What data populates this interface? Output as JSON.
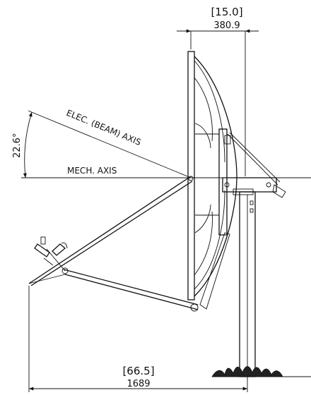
{
  "dimensions": {
    "top_width_in": "[15.0]",
    "top_width_mm": "380.9",
    "bottom_length_in": "[66.5]",
    "bottom_length_mm": "1689"
  },
  "axes": {
    "elec_axis_label": "ELEC. (BEAM) AXIS",
    "mech_axis_label": "MECH. AXIS",
    "offset_angle": "22.6°"
  },
  "colors": {
    "line": "#111111",
    "background": "#ffffff"
  }
}
